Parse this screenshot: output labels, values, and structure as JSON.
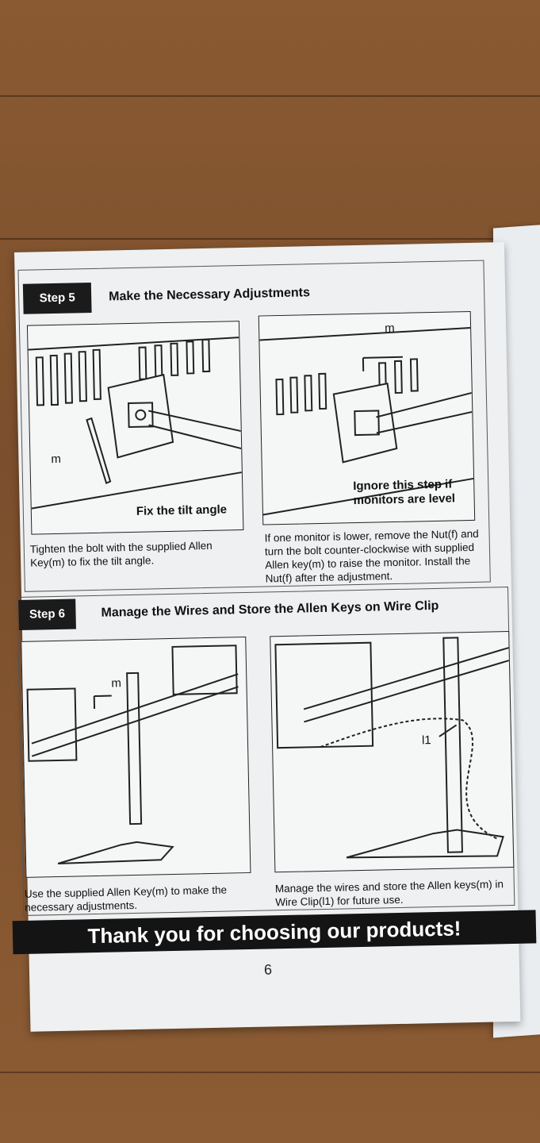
{
  "step5": {
    "badge": "Step 5",
    "title": "Make the Necessary Adjustments",
    "left_panel_label": "Fix the tilt angle",
    "right_panel_label_line1": "Ignore this step if",
    "right_panel_label_line2": "monitors are level",
    "part_m": "m",
    "left_caption": "Tighten the bolt with the supplied Allen Key(m) to fix the tilt angle.",
    "right_caption": "If one monitor is lower, remove the Nut(f) and turn the bolt counter-clockwise with supplied Allen key(m) to raise the monitor. Install the Nut(f) after the adjustment."
  },
  "step6": {
    "badge": "Step 6",
    "title": "Manage the Wires and Store the Allen Keys on Wire Clip",
    "part_m": "m",
    "part_l1": "l1",
    "left_caption": "Use the supplied Allen Key(m) to make the necessary adjustments.",
    "right_caption": "Manage the wires and store the Allen keys(m) in Wire Clip(l1) for future use."
  },
  "footer": {
    "thanks": "Thank you for choosing our products!",
    "page_number": "6"
  },
  "colors": {
    "page": "#eef0f1",
    "badge": "#1b1b1b",
    "wood": "#8a5a32"
  }
}
